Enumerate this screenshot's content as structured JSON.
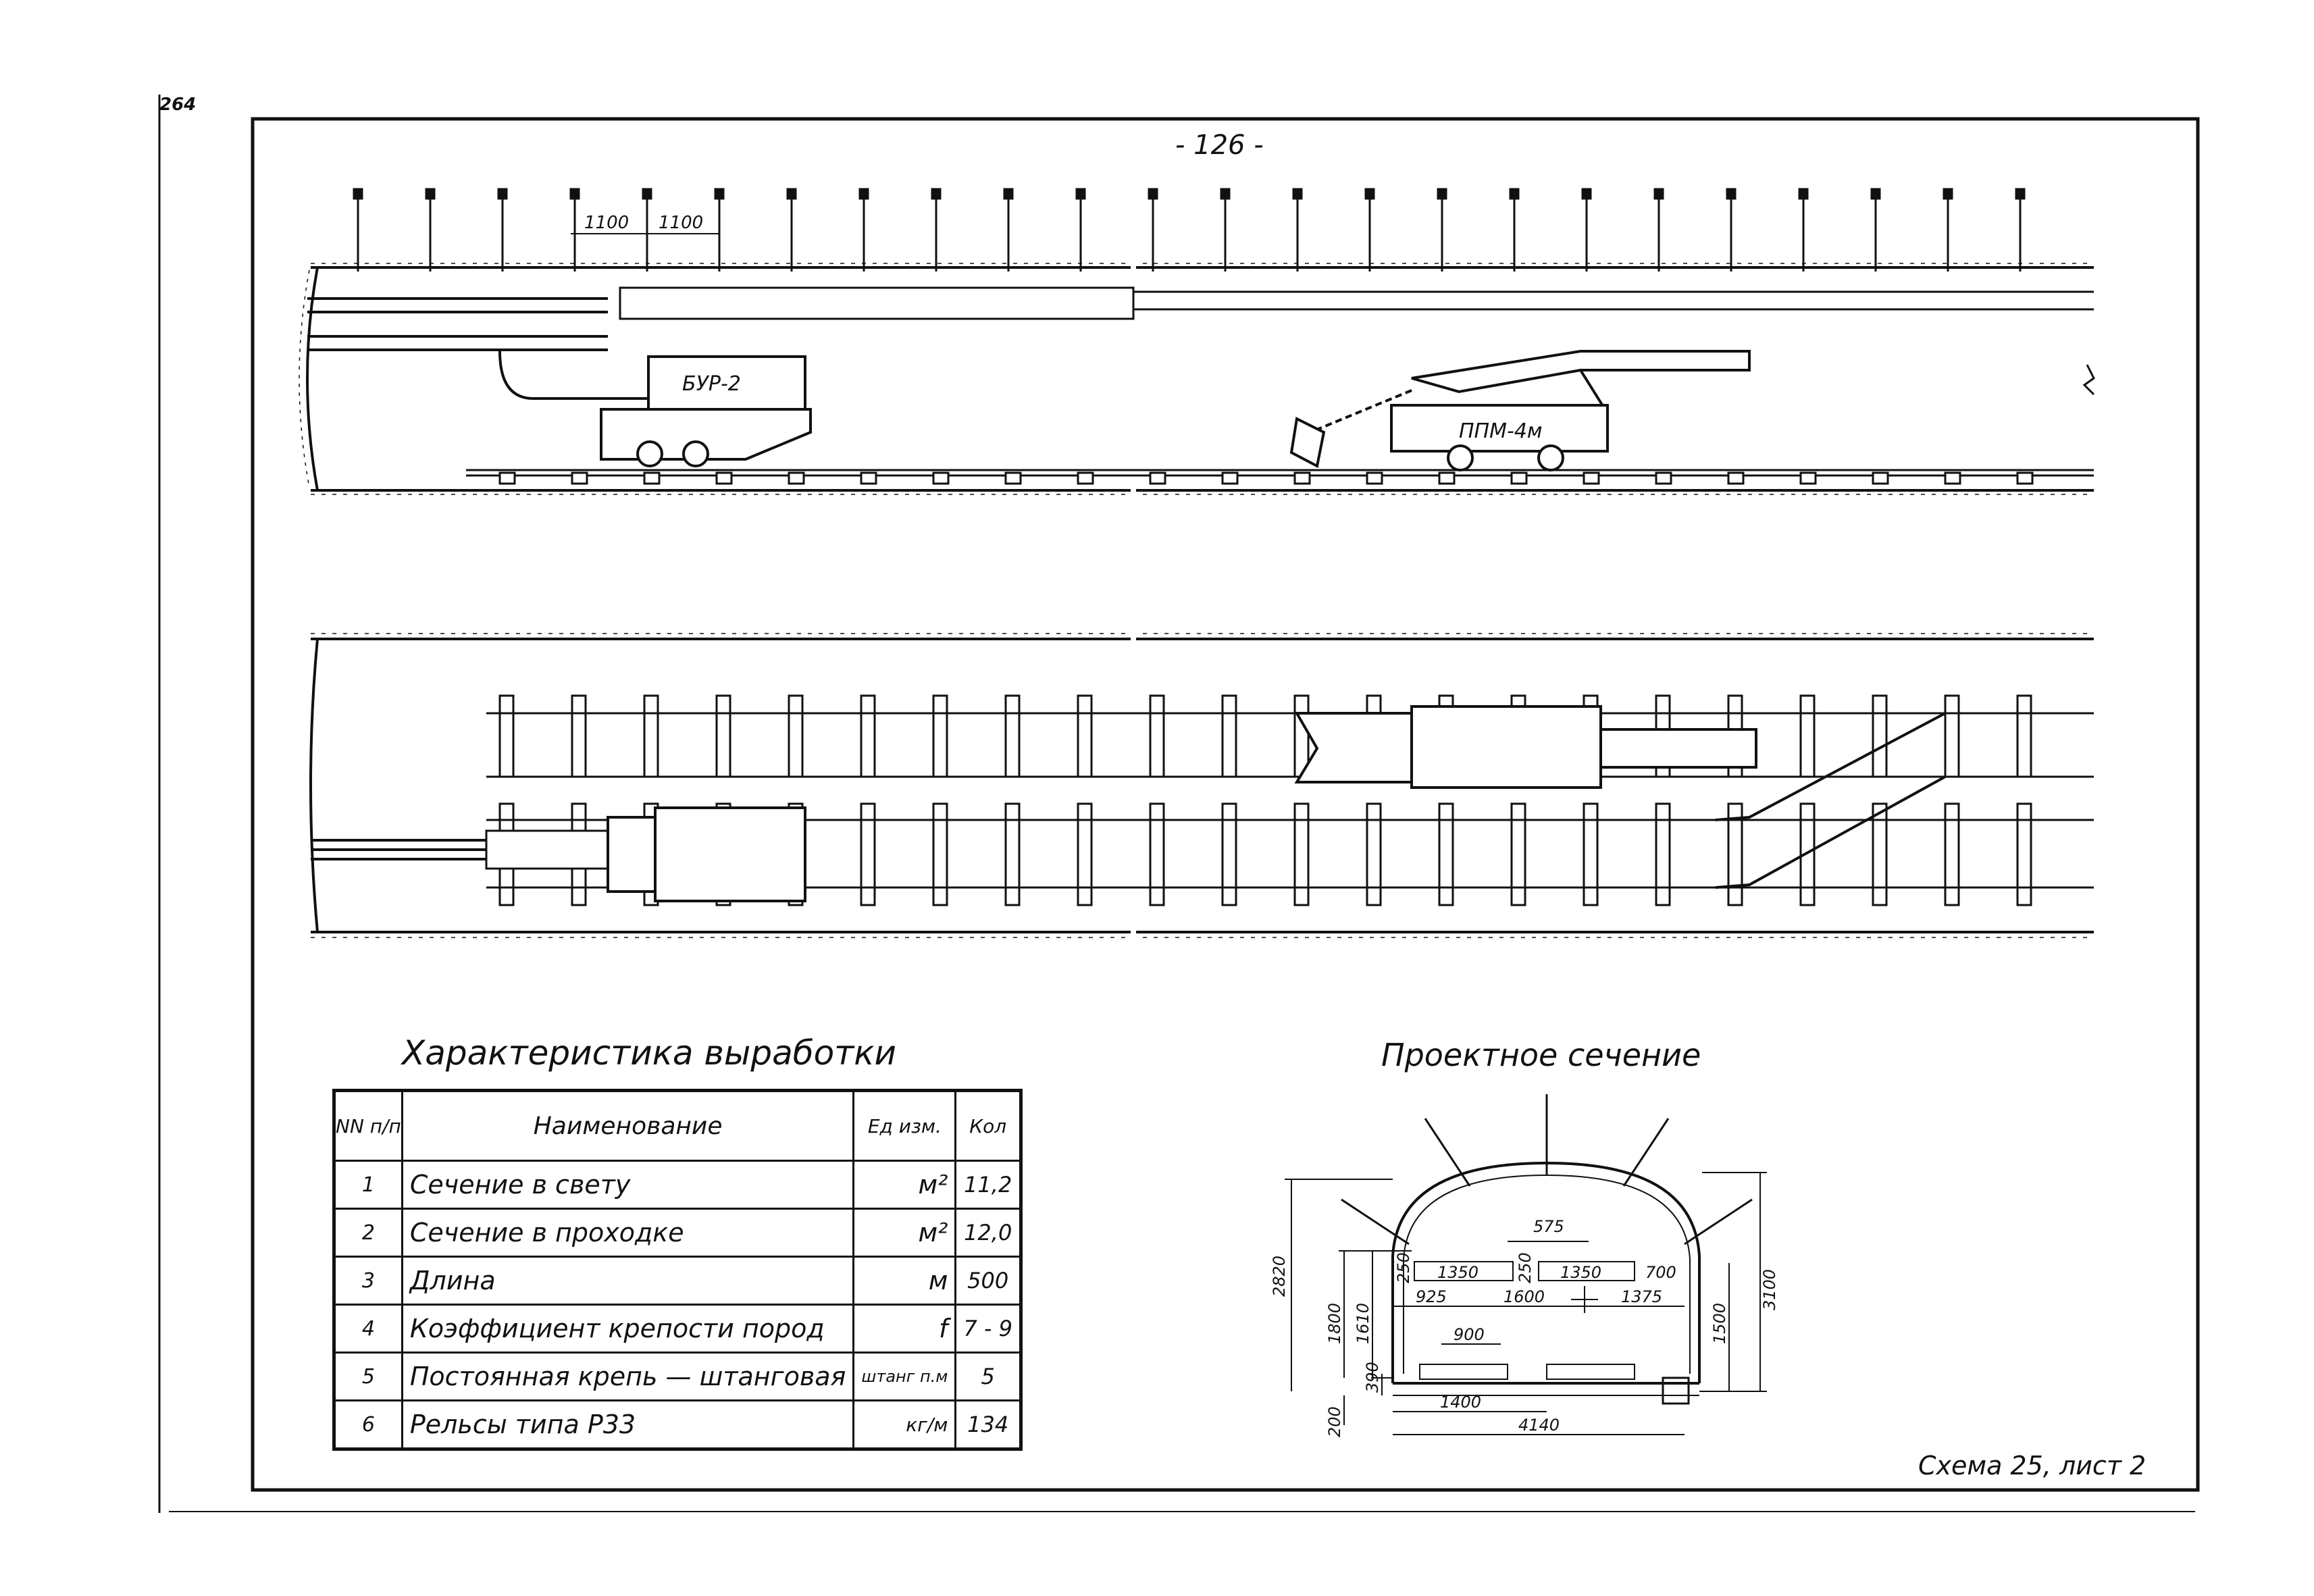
{
  "page_number": "264",
  "sheet_number": "- 126 -",
  "upper_view": {
    "bolt_spacing": [
      "1100",
      "1100"
    ],
    "drill_rig_label": "БУР-2",
    "loader_label": "ППМ-4м"
  },
  "table": {
    "title": "Характеристика выработки",
    "headers": {
      "num": "NN п/п",
      "name": "Наименование",
      "unit": "Ед изм.",
      "qty": "Кол"
    },
    "rows": [
      {
        "num": "1",
        "name": "Сечение в свету",
        "unit": "м²",
        "qty": "11,2"
      },
      {
        "num": "2",
        "name": "Сечение в проходке",
        "unit": "м²",
        "qty": "12,0"
      },
      {
        "num": "3",
        "name": "Длина",
        "unit": "м",
        "qty": "500"
      },
      {
        "num": "4",
        "name": "Коэффициент крепости пород",
        "unit": "f",
        "qty": "7 - 9"
      },
      {
        "num": "5",
        "name": "Постоянная крепь — штанговая",
        "unit": "штанг п.м",
        "qty": "5"
      },
      {
        "num": "6",
        "name": "Рельсы типа Р33",
        "unit": "кг/м",
        "qty": "134"
      }
    ]
  },
  "section": {
    "title": "Проектное сечение",
    "dims": {
      "d575": "575",
      "d2820": "2820",
      "d1800": "1800",
      "d1610": "1610",
      "d250a": "250",
      "d1350a": "1350",
      "d250b": "250",
      "d1350b": "1350",
      "d700": "700",
      "d925": "925",
      "d1600": "1600",
      "d1375": "1375",
      "d900": "900",
      "d390": "390",
      "d200": "200",
      "d1400": "1400",
      "d4140": "4140",
      "d1500": "1500",
      "d3100": "3100"
    }
  },
  "footer": {
    "caption": "Схема 25, лист 2"
  }
}
